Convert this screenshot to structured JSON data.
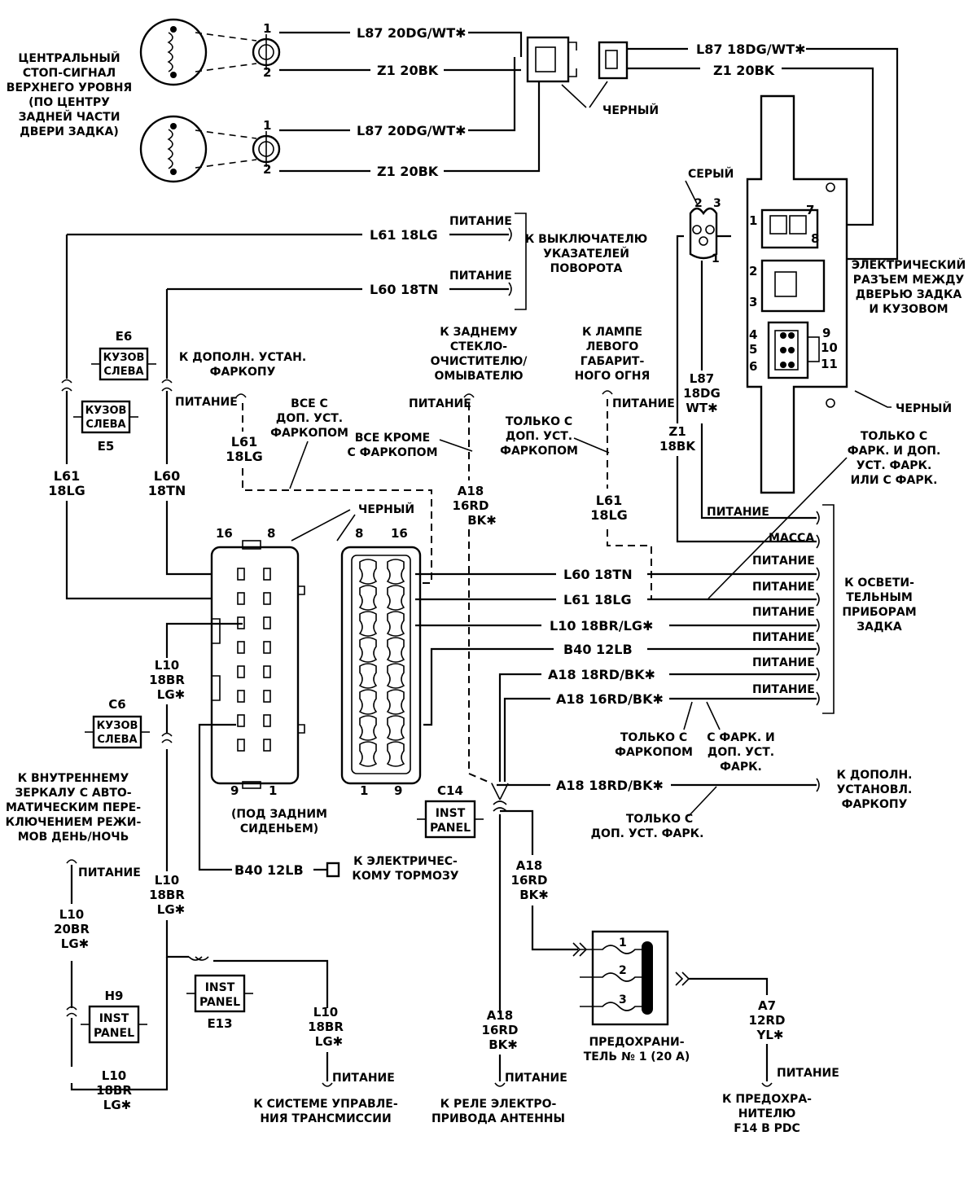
{
  "lamps": {
    "caption": "ЦЕНТРАЛЬНЫЙ СТОП-СИГНАЛ ВЕРХНЕГО УРОВНЯ (ПО ЦЕНТРУ ЗАДНЕЙ ЧАСТИ ДВЕРИ ЗАДКА)",
    "caption_lines": [
      "ЦЕНТРАЛЬНЫЙ",
      "СТОП-СИГНАЛ",
      "ВЕРХНЕГО УРОВНЯ",
      "(ПО ЦЕНТРУ",
      "ЗАДНЕЙ ЧАСТИ",
      "ДВЕРИ ЗАДКА)"
    ],
    "pin1": "1",
    "pin2": "2",
    "upper_power_wire": "L87 20DG/WT✱",
    "upper_ground_wire": "Z1 20BK",
    "lower_power_wire": "L87 20DG/WT✱",
    "lower_ground_wire": "Z1 20BK"
  },
  "top_connector": {
    "label": "ЧЕРНЫЙ",
    "power_wire": "L87 18DG/WT✱",
    "ground_wire": "Z1 20BK"
  },
  "liftgate_connector": {
    "grey_label": "СЕРЫЙ",
    "grey_pins": [
      "2",
      "3",
      "1"
    ],
    "pins_left": [
      "1",
      "2",
      "3",
      "4",
      "5",
      "6"
    ],
    "pins_right": [
      "7",
      "8",
      "9",
      "10",
      "11"
    ],
    "caption_lines": [
      "ЭЛЕКТРИЧЕСКИЙ",
      "РАЗЪЕМ МЕЖДУ",
      "ДВЕРЬЮ ЗАДКА",
      "И КУЗОВОМ"
    ],
    "black_label": "ЧЕРНЫЙ",
    "wire_l87": [
      "L87",
      "18DG",
      "WT✱"
    ],
    "wire_z1": [
      "Z1",
      "18BK"
    ]
  },
  "turn_switch": {
    "wire_l61": "L61 18LG",
    "wire_l60": "L60 18TN",
    "power1": "ПИТАНИЕ",
    "power2": "ПИТАНИЕ",
    "caption_lines": [
      "К ВЫКЛЮЧАТЕЛЮ",
      "УКАЗАТЕЛЕЙ",
      "ПОВОРОТА"
    ]
  },
  "splices": {
    "e6": {
      "id": "E6",
      "lines": [
        "КУЗОВ",
        "СЛЕВА"
      ]
    },
    "e5": {
      "id": "E5",
      "lines": [
        "КУЗОВ",
        "СЛЕВА"
      ]
    },
    "c6": {
      "id": "C6",
      "lines": [
        "КУЗОВ",
        "СЛЕВА"
      ]
    },
    "c14": {
      "id": "C14",
      "lines": [
        "INST",
        "PANEL"
      ]
    },
    "h9": {
      "id": "H9",
      "lines": [
        "INST",
        "PANEL"
      ]
    },
    "e13": {
      "id": "E13",
      "lines": [
        "INST",
        "PANEL"
      ]
    }
  },
  "mid_labels": {
    "tow_option": [
      "К ДОПОЛН. УСТАН.",
      "ФАРКОПУ"
    ],
    "power_tow": "ПИТАНИЕ",
    "all_with_tow": [
      "ВСЕ С",
      "ДОП. УСТ.",
      "ФАРКОПОМ"
    ],
    "all_except": [
      "ВСЕ КРОМЕ",
      "С ФАРКОПОМ"
    ],
    "rear_wiper": [
      "К ЗАДНЕМУ",
      "СТЕКЛО-",
      "ОЧИСТИТЕЛЮ/",
      "ОМЫВАТЕЛЮ"
    ],
    "power_wiper": "ПИТАНИЕ",
    "only_with_tow": [
      "ТОЛЬКО С",
      "ДОП. УСТ.",
      "ФАРКОПОМ"
    ],
    "left_marker": [
      "К ЛАМПЕ",
      "ЛЕВОГО",
      "ГАБАРИТ-",
      "НОГО ОГНЯ"
    ],
    "power_marker": "ПИТАНИЕ",
    "wire_l61_a": [
      "L61",
      "18LG"
    ],
    "wire_l61_b": [
      "L61",
      "18LG"
    ],
    "wire_l61_c": [
      "L61",
      "18LG"
    ],
    "wire_l60": [
      "L60",
      "18TN"
    ],
    "wire_a18": [
      "A18",
      "16RD",
      "BK✱"
    ],
    "only_tow_trailer": [
      "ТОЛЬКО С",
      "ФАРК. И ДОП.",
      "УСТ. ФАРК.",
      "ИЛИ С ФАРК."
    ]
  },
  "connectors_16": {
    "black_label": "ЧЕРНЫЙ",
    "left_pins_top": [
      "16",
      "8"
    ],
    "right_pins_top": [
      "8",
      "16"
    ],
    "left_pins_bottom": [
      "9",
      "1"
    ],
    "right_pins_bottom": [
      "1",
      "9"
    ],
    "caption_lines": [
      "(ПОД ЗАДНИМ",
      "СИДЕНЬЕМ)"
    ]
  },
  "rear_lights": {
    "wires": [
      "L60 18TN",
      "L61 18LG",
      "L10 18BR/LG✱",
      "B40 12LB",
      "A18 18RD/BK✱",
      "A18 16RD/BK✱"
    ],
    "terminals": [
      "ПИТАНИЕ",
      "МАССА",
      "ПИТАНИЕ",
      "ПИТАНИЕ",
      "ПИТАНИЕ",
      "ПИТАНИЕ",
      "ПИТАНИЕ",
      "ПИТАНИЕ"
    ],
    "caption_lines": [
      "К ОСВЕТИ-",
      "ТЕЛЬНЫМ",
      "ПРИБОРАМ",
      "ЗАДКА"
    ],
    "only_tow": [
      "ТОЛЬКО С",
      "ФАРКОПОМ"
    ],
    "with_tow_opt": [
      "С ФАРК. И",
      "ДОП. УСТ.",
      "ФАРК."
    ]
  },
  "trailer": {
    "wire": "A18 18RD/BK✱",
    "caption_lines": [
      "К ДОПОЛН.",
      "УСТАНОВЛ.",
      "ФАРКОПУ"
    ],
    "only_opt": [
      "ТОЛЬКО С",
      "ДОП. УСТ. ФАРК."
    ]
  },
  "brake": {
    "wire": "B40 12LB",
    "caption_lines": [
      "К ЭЛЕКТРИЧЕС-",
      "КОМУ ТОРМОЗУ"
    ]
  },
  "mirror": {
    "caption_lines": [
      "К ВНУТРЕННЕМУ",
      "ЗЕРКАЛУ С АВТО-",
      "МАТИЧЕСКИМ ПЕРЕ-",
      "КЛЮЧЕНИЕМ РЕЖИ-",
      "МОВ ДЕНЬ/НОЧЬ"
    ],
    "power": "ПИТАНИЕ",
    "wire_20": [
      "L10",
      "20BR",
      "LG✱"
    ],
    "wire_18": [
      "L10",
      "18BR",
      "LG✱"
    ]
  },
  "l10_wires": {
    "upper": [
      "L10",
      "18BR",
      "LG✱"
    ],
    "middle": [
      "L10",
      "18BR",
      "LG✱"
    ],
    "right": [
      "L10",
      "18BR",
      "LG✱"
    ]
  },
  "transmission": {
    "power": "ПИТАНИЕ",
    "caption_lines": [
      "К СИСТЕМЕ УПРАВЛЕ-",
      "НИЯ ТРАНСМИССИИ"
    ]
  },
  "antenna": {
    "wire_upper": [
      "A18",
      "16RD",
      "BK✱"
    ],
    "wire_lower": [
      "A18",
      "16RD",
      "BK✱"
    ],
    "power": "ПИТАНИЕ",
    "caption_lines": [
      "К РЕЛЕ ЭЛЕКТРО-",
      "ПРИВОДА АНТЕННЫ"
    ]
  },
  "fuse": {
    "pins": [
      "1",
      "2",
      "3"
    ],
    "caption_lines": [
      "ПРЕДОХРАНИ-",
      "ТЕЛЬ № 1 (20 А)"
    ]
  },
  "pdc": {
    "wire": [
      "A7",
      "12RD",
      "YL✱"
    ],
    "power": "ПИТАНИЕ",
    "caption_lines": [
      "К ПРЕДОХРА-",
      "НИТЕЛЮ",
      "F14 В PDC"
    ]
  }
}
